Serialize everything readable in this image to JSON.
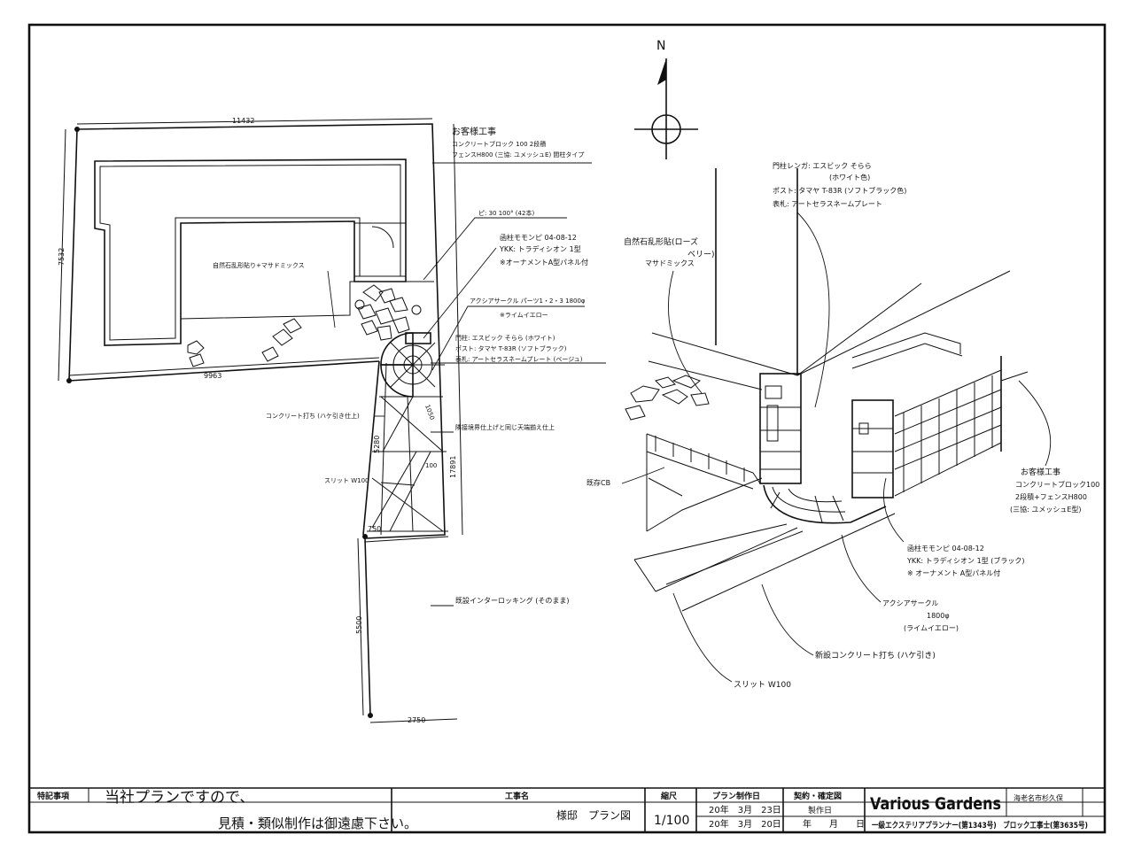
{
  "north_label": "N",
  "plan": {
    "dims": {
      "top": "11432",
      "left": "7532",
      "bottom": "9963",
      "mid_right": "17891",
      "mid_left": "5280",
      "step": "750",
      "lower": "5500",
      "base": "2750",
      "small_a": "100",
      "small_b": "1050"
    },
    "labels": {
      "owner_work": "お客様工事",
      "block_spec": "コンクリートブロック 100 2段積",
      "fence_spec": "フェンスH800 (三協: ユメッシュE) 間柱タイプ",
      "pitch": "ピ: 30 100° (42本)",
      "stone_mix": "自然石乱形貼り+マサドミックス",
      "mailbox_1": "函柱モモンピ 04-08-12",
      "mailbox_2": "YKK: トラディシオン 1型",
      "mailbox_3": "※オーナメントA型パネル付",
      "circle_1": "アクシアサークル パーツ1・2・3 1800φ",
      "circle_2": "※ライムイエロー",
      "gate_1": "門柱: エスビック そらら (ホワイト)",
      "gate_2": "ポスト: タマヤ T-83R (ソフトブラック)",
      "gate_3": "表札: アートセラスネームプレート (ベージュ)",
      "concrete": "コンクリート打ち (ハケ引き仕上)",
      "slit": "スリット W100",
      "same_finish": "隣接境界仕上げと同じ天端揃え仕上",
      "existing": "既設インターロッキング (そのまま)"
    }
  },
  "perspective": {
    "labels": {
      "gate_1": "門柱レンガ: エスビック そらら",
      "gate_1b": "(ホワイト色)",
      "post": "ポスト: タマヤ T-83R (ソフトブラック色)",
      "plate": "表札: アートセラスネームプレート",
      "stone_1": "自然石乱形貼(ローズ",
      "stone_1b": "ベリー)",
      "stone_2": "マサドミックス",
      "cb": "既存CB",
      "owner_1": "お客様工事",
      "owner_2": "コンクリートブロック100",
      "owner_3": "2段積+フェンスH800",
      "owner_4": "(三協: ユメッシュE型)",
      "mail_1": "函柱モモンピ 04-08-12",
      "mail_2": "YKK: トラディシオン 1型 (ブラック)",
      "mail_3": "※ オーナメント A型パネル付",
      "circle_1": "アクシアサークル",
      "circle_2": "1800φ",
      "circle_3": "(ライムイエロー)",
      "concrete": "新設コンクリート打ち (ハケ引き)",
      "slit": "スリット W100"
    }
  },
  "titleblock": {
    "notes_header": "特記事項",
    "note_line1": "当社プランですので、",
    "note_line2": "見積・類似制作は御遠慮下さい。",
    "project_header": "工事名",
    "project_name": "様邸　プラン図",
    "scale_header": "縮尺",
    "scale_value": "1/100",
    "plan_date_header": "プラン制作日",
    "plan_date_1": "20年　3月　23日",
    "plan_date_2": "20年　3月　20日",
    "contract_header": "契約・確定図",
    "made_date": "製作日",
    "ymd": "年　　月　　日",
    "company": "Various Gardens",
    "address": "海老名市杉久保",
    "license": "一級エクステリアプランナー(第1343号)　ブロック工事士(第3635号)"
  }
}
